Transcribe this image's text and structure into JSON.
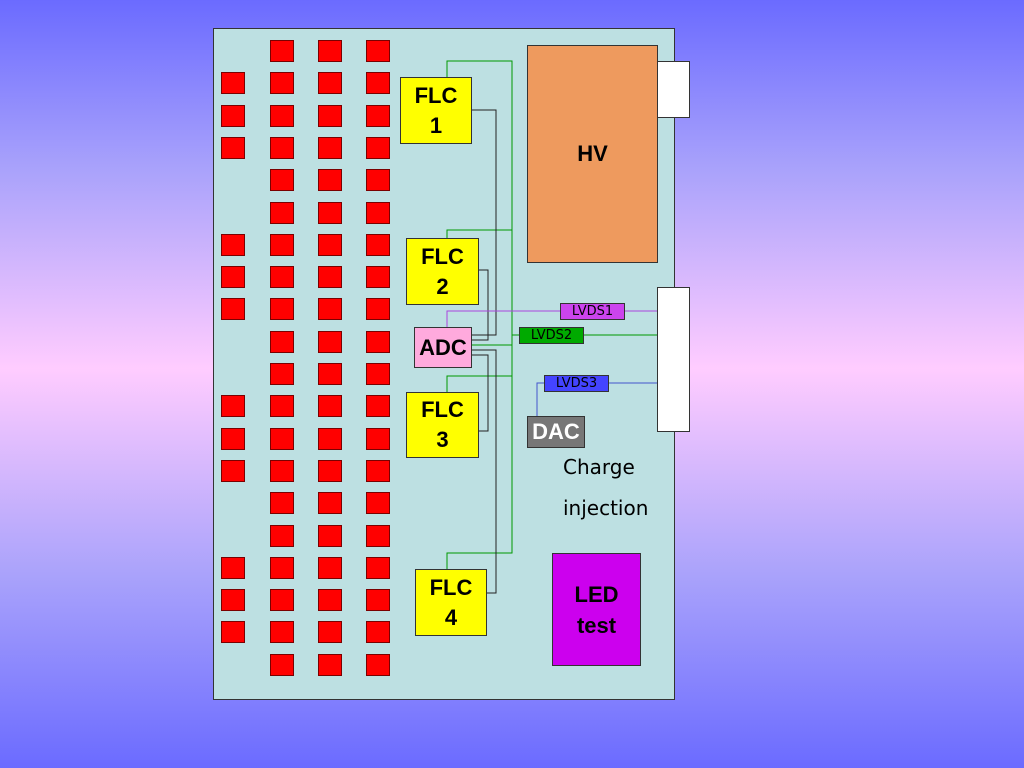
{
  "labels": {
    "flc1": [
      "FLC",
      "1"
    ],
    "flc2": [
      "FLC",
      "2"
    ],
    "flc3": [
      "FLC",
      "3"
    ],
    "flc4": [
      "FLC",
      "4"
    ],
    "hv": "HV",
    "adc": "ADC",
    "dac": "DAC",
    "led": [
      "LED",
      "test"
    ],
    "lvds1": "LVDS1",
    "lvds2": "LVDS2",
    "lvds3": "LVDS3",
    "charge_injection": [
      "Charge",
      "injection"
    ]
  },
  "colors": {
    "background_top": "#6b6bff",
    "background_middle": "#ffccff",
    "board": "#bde0e2",
    "chip": "#ff0000",
    "flc": "#ffff00",
    "hv": "#ee9a5e",
    "adc": "#ffaadd",
    "dac": "#777777",
    "led": "#cc00ee",
    "lvds1": "#cc44ee",
    "lvds2": "#00aa00",
    "lvds3": "#4444ff"
  }
}
